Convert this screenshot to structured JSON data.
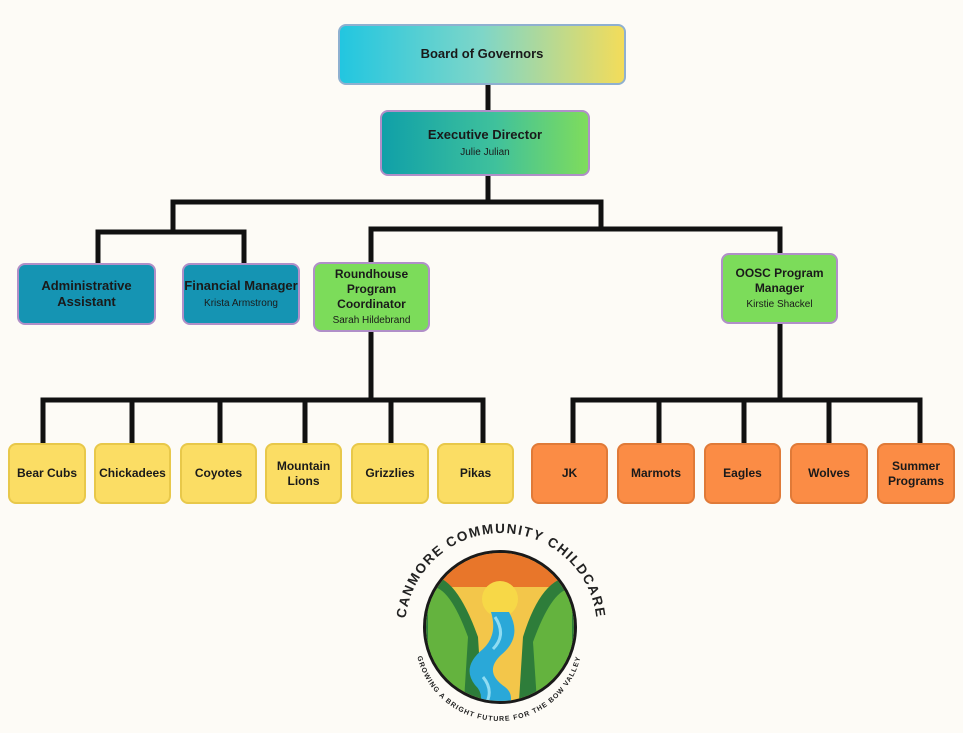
{
  "board": {
    "title": "Board of Governors"
  },
  "executive": {
    "title": "Executive Director",
    "name": "Julie Julian"
  },
  "admin": {
    "title": "Administrative Assistant"
  },
  "financial": {
    "title": "Financial Manager",
    "name": "Krista Armstrong"
  },
  "roundhouse": {
    "title": "Roundhouse Program Coordinator",
    "name": "Sarah Hildebrand"
  },
  "oosc": {
    "title": "OOSC Program Manager",
    "name": "Kirstie Shackel"
  },
  "roundhouse_groups": [
    "Bear Cubs",
    "Chickadees",
    "Coyotes",
    "Mountain Lions",
    "Grizzlies",
    "Pikas"
  ],
  "oosc_groups": [
    "JK",
    "Marmots",
    "Eagles",
    "Wolves",
    "Summer Programs"
  ],
  "logo": {
    "top_text": "CANMORE COMMUNITY CHILDCARE",
    "bottom_text": "GROWING A BRIGHT FUTURE FOR THE BOW VALLEY"
  },
  "colors": {
    "line": "#111111",
    "blue_box": "#1594b3",
    "green_box": "#7cdc5a",
    "yellow_box": "#fbdd64",
    "orange_box": "#fb8c45"
  }
}
